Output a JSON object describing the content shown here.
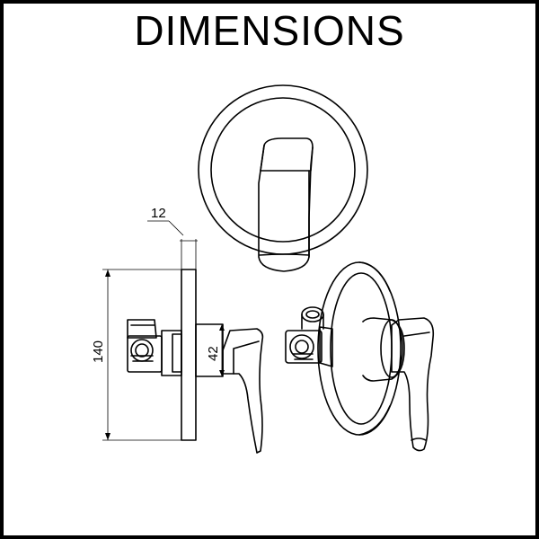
{
  "header": {
    "title": "DIMENSIONS"
  },
  "dimensions": {
    "plate_thickness": "12",
    "plate_height": "140",
    "body_height": "42"
  },
  "colors": {
    "line": "#000000",
    "background": "#ffffff",
    "border": "#000000"
  }
}
